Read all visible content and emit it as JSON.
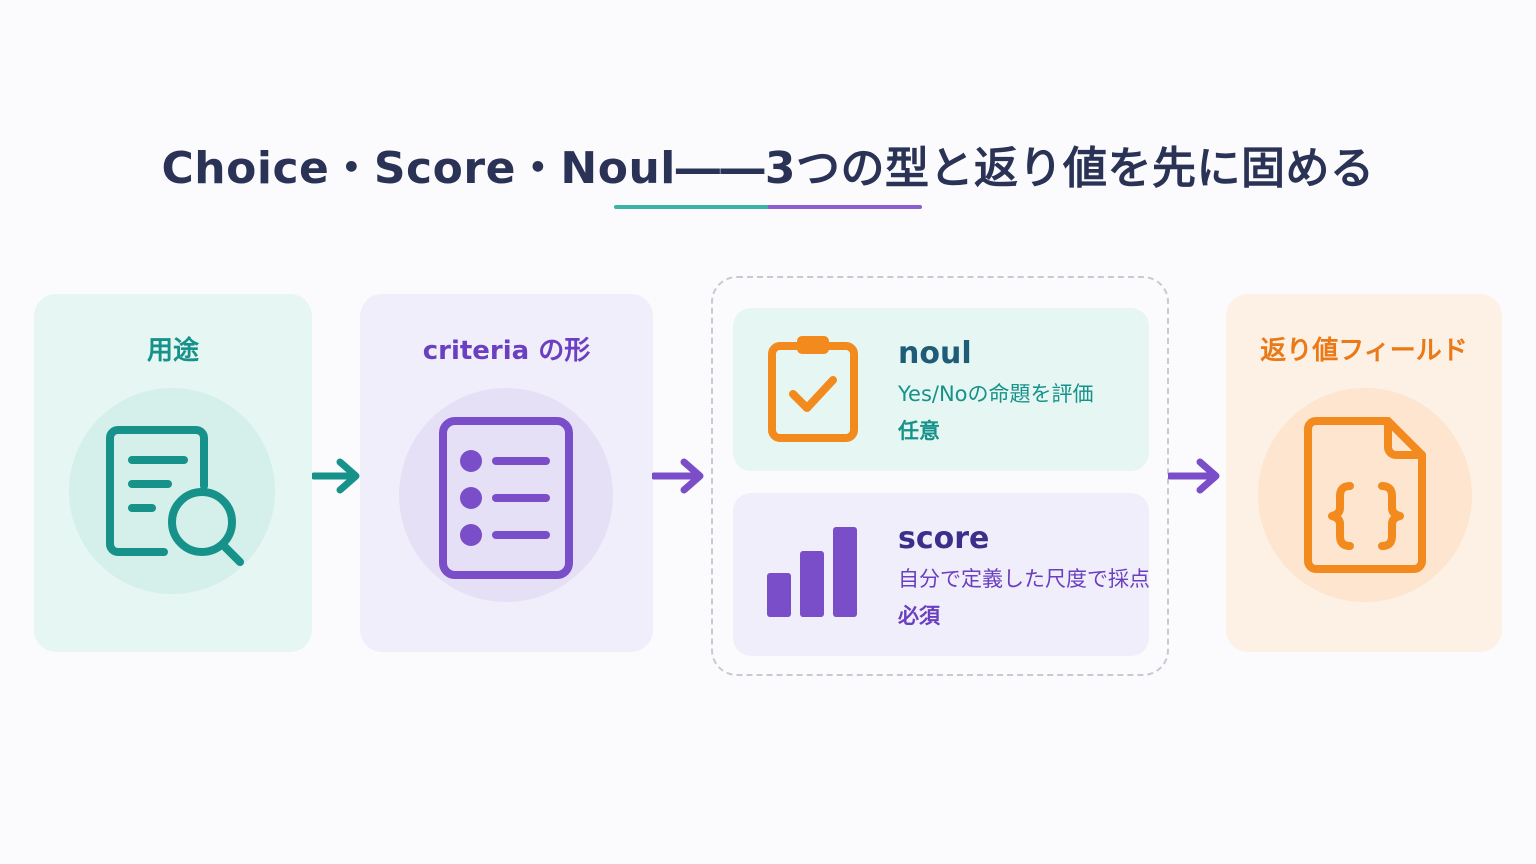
{
  "title": "Choice・Score・Noul――3つの型と返り値を先に固める",
  "colors": {
    "teal": "#16928a",
    "purple": "#6a3fc0",
    "orange": "#ea7a18",
    "navy": "#2a3356"
  },
  "steps": [
    {
      "label": "用途",
      "icon": "document-search-icon"
    },
    {
      "label": "criteria の形",
      "icon": "list-icon"
    },
    {
      "label": "返り値フィールド",
      "icon": "json-file-icon"
    }
  ],
  "types": [
    {
      "name": "noul",
      "description": "Yes/Noの命題を評価",
      "requirement": "任意",
      "icon": "clipboard-check-icon"
    },
    {
      "name": "score",
      "description": "自分で定義した尺度で採点",
      "requirement": "必須",
      "icon": "bar-chart-icon"
    }
  ]
}
